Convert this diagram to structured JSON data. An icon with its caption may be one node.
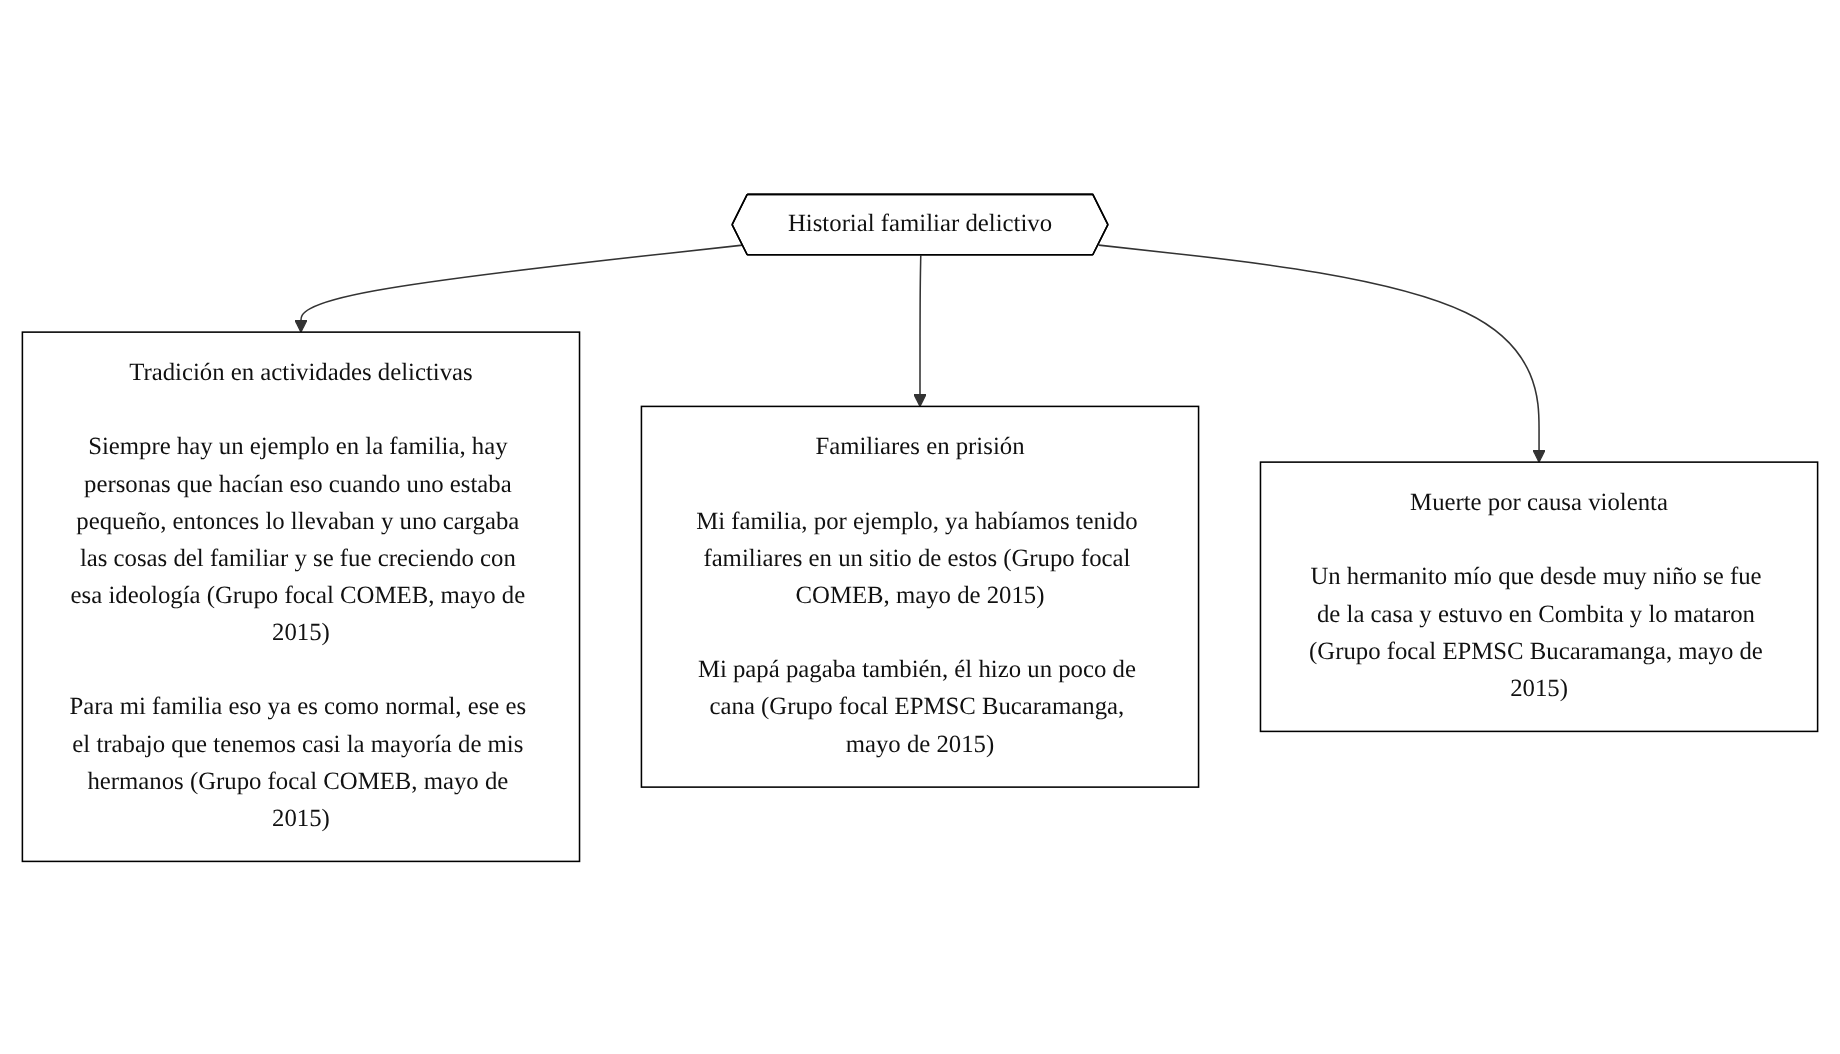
{
  "diagram": {
    "nodes": [
      {
        "text": [
          "Tradición en actividades delictivas",
          "Siempre hay un ejemplo en la familia, hay personas que hacían eso cuando uno estaba pequeño, entonces lo llevaban y uno cargaba las cosas del familiar y se fue creciendo con esa ideología (Grupo focal COMEB, mayo de 2015)",
          "Para mi familia eso ya es como normal, ese es el trabajo que tenemos casi la mayoría de mis hermanos (Grupo focal COMEB, mayo de 2015)"
        ]
      },
      {
        "text": [
          "Familiares en prisión",
          "Mi familia, por ejemplo, ya habíamos tenido familiares en un sitio de estos (Grupo focal COMEB, mayo de 2015)",
          "Mi papá pagaba también, él hizo un poco de cana (Grupo focal EPMSC Bucaramanga, mayo de 2015)"
        ]
      },
      {
        "text": [
          "Historial familiar delictivo"
        ]
      },
      {
        "text": [
          "Muerte por causa violenta",
          "Un hermanito mío que desde muy niño se fue de la casa y estuvo en Combita y lo mataron (Grupo focal EPMSC Bucaramanga, mayo de 2015)"
        ]
      }
    ],
    "edges": [
      {
        "from": 2,
        "to": 0,
        "arrow": "to"
      },
      {
        "from": 2,
        "to": 1,
        "arrow": "to"
      },
      {
        "from": 2,
        "to": 3,
        "arrow": "to"
      }
    ]
  }
}
